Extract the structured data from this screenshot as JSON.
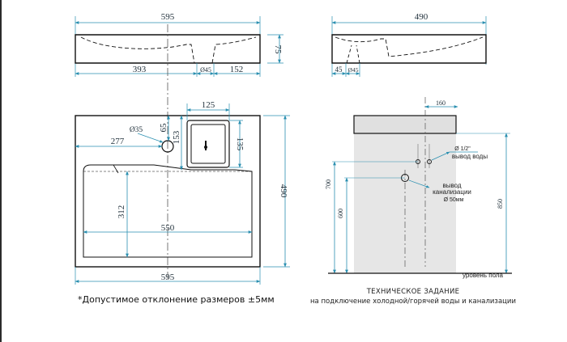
{
  "top_view": {
    "width_top": "595",
    "height_side": "75",
    "seg_left": "393",
    "seg_mid": "Ø45",
    "seg_right": "152"
  },
  "side_view": {
    "width_top": "490",
    "seg_a": "45",
    "seg_b": "Ø45"
  },
  "plan_view": {
    "dim_125": "125",
    "dim_65": "65",
    "dim_d35": "Ø35",
    "dim_153": "153",
    "dim_277": "277",
    "dim_135": "135",
    "dim_490": "490",
    "dim_312": "312",
    "dim_550": "550",
    "dim_595": "595"
  },
  "tech_view": {
    "dim_160": "160",
    "label_water_1": "Ø 1/2\"",
    "label_water_2": "вывод воды",
    "label_drain_1": "вывод",
    "label_drain_2": "канализации",
    "label_drain_3": "Ø 50мм",
    "dim_700": "700",
    "dim_600": "600",
    "dim_850": "850",
    "floor_label": "уровень пола"
  },
  "note": "*Допустимое отклонение размеров ±5мм",
  "tech_title": "ТЕХНИЧЕСКОЕ ЗАДАНИЕ",
  "tech_subtitle": "на подключение холодной/горячей воды и канализации",
  "colors": {
    "dimension_line": "#2a8fb0",
    "outline": "#111111",
    "wall_fill": "#e6e6e6",
    "centerline": "#555555"
  }
}
